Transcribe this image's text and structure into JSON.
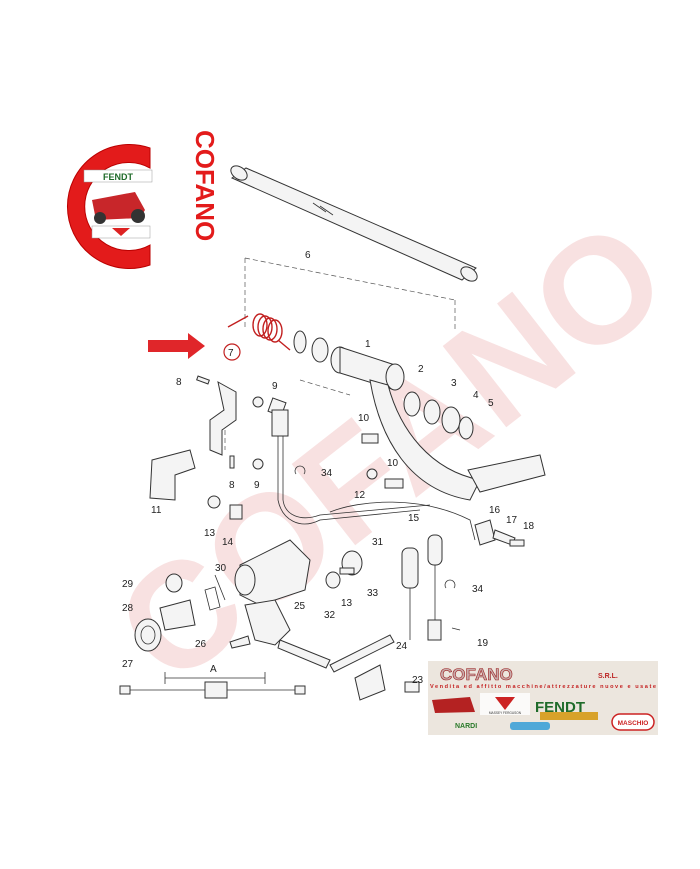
{
  "logo": {
    "brand": "COFANO",
    "badge_top": "FENDT",
    "badge_bottom": "MASSEY FERGUSON",
    "color": "#e31b1b"
  },
  "highlight": {
    "arrow_color": "#e0262a",
    "circled_part": "7"
  },
  "callouts": [
    "6",
    "7",
    "1",
    "2",
    "3",
    "4",
    "5",
    "8",
    "9",
    "10",
    "10",
    "34",
    "12",
    "8",
    "9",
    "11",
    "13",
    "14",
    "15",
    "16",
    "17",
    "18",
    "31",
    "34",
    "33",
    "13",
    "32",
    "29",
    "30",
    "28",
    "25",
    "27",
    "26",
    "19",
    "24",
    "23"
  ],
  "dimension_label": "A",
  "banner": {
    "title": "COFANO",
    "suffix": "S.R.L.",
    "tagline": "Vendita ed affitto macchine/attrezzature nuove e usate",
    "brands": [
      "NARDI",
      "FENDT",
      "MASSEY FERGUSON",
      "MASCHIO"
    ]
  },
  "watermark": "COFANO"
}
